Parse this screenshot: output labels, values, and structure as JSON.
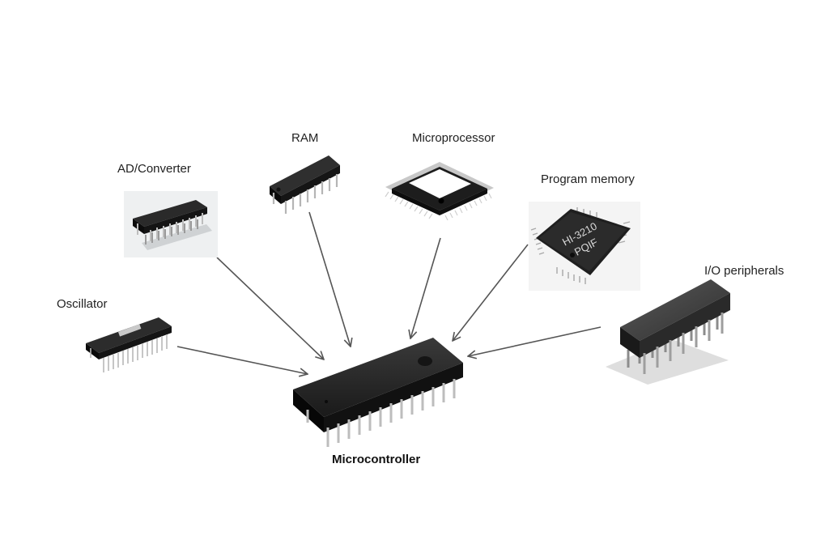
{
  "labels": {
    "ad_converter": "AD/Converter",
    "ram": "RAM",
    "microprocessor": "Microprocessor",
    "program_memory": "Program memory",
    "oscillator": "Oscillator",
    "io_peripherals": "I/O peripherals",
    "microcontroller": "Microcontroller"
  },
  "chip_markings": {
    "program_memory_line1": "HI-3210",
    "program_memory_line2": "PQIF"
  },
  "colors": {
    "background": "#ffffff",
    "chip_body": "#1e1e1e",
    "pin": "#b9b9b9",
    "arrow": "#555555",
    "text": "#222222"
  }
}
